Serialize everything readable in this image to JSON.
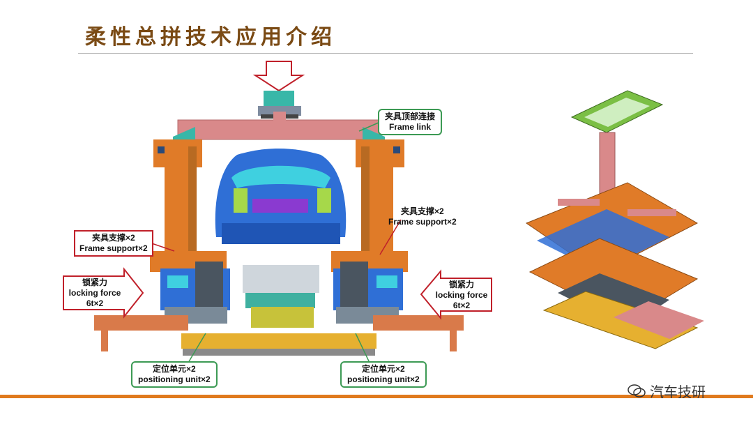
{
  "title": "柔性总拼技术应用介绍",
  "labels": {
    "frame_link": {
      "cn": "夹具顶部连接",
      "en": "Frame link"
    },
    "frame_support_left": {
      "cn": "夹具支撑×2",
      "en": "Frame support×2"
    },
    "frame_support_right": {
      "cn": "夹具支撑×2",
      "en": "Frame support×2"
    },
    "locking_left": {
      "cn": "锁紧力",
      "en": "locking force",
      "value": "6t×2"
    },
    "locking_right": {
      "cn": "锁紧力",
      "en": "locking force",
      "value": "6t×2"
    },
    "positioning_left": {
      "cn": "定位单元×2",
      "en": "positioning unit×2"
    },
    "positioning_right": {
      "cn": "定位单元×2",
      "en": "positioning unit×2"
    }
  },
  "watermark": "汽车技研",
  "colors": {
    "title": "#7a4a14",
    "accent_bar": "#e07a1e",
    "frame_orange": "#e07b28",
    "link_pink": "#d9898a",
    "callout_red": "#c0202a",
    "callout_green": "#3c9a54",
    "car_blue": "#2f6fd6"
  }
}
